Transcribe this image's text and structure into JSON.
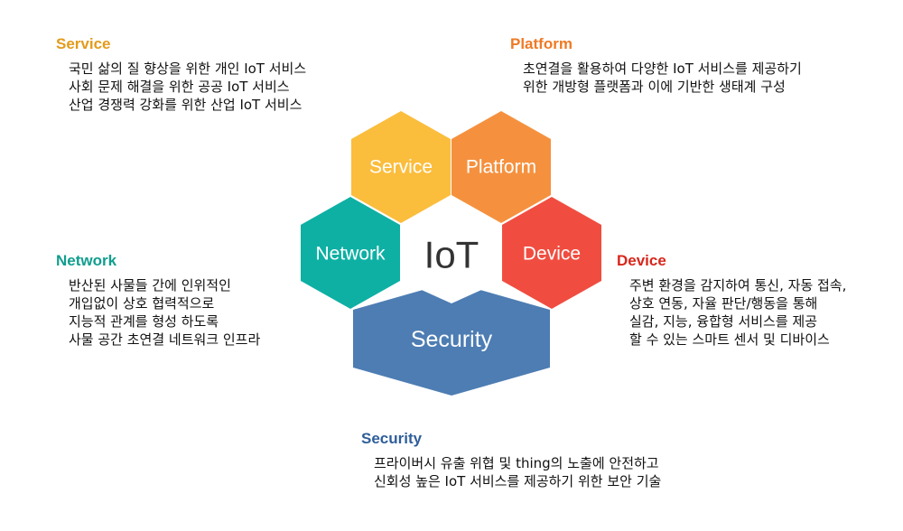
{
  "center": {
    "label": "IoT"
  },
  "hexagons": {
    "service": {
      "label": "Service",
      "color": "#FBBD3C"
    },
    "platform": {
      "label": "Platform",
      "color": "#F5913E"
    },
    "network": {
      "label": "Network",
      "color": "#0EB0A4"
    },
    "device": {
      "label": "Device",
      "color": "#F04D40"
    },
    "security": {
      "label": "Security",
      "color": "#4D7DB3"
    }
  },
  "blocks": {
    "service": {
      "title": "Service",
      "color": "#E39B1B",
      "lines": [
        "국민 삶의 질 향상을 위한 개인 IoT 서비스",
        "사회 문제 해결을 위한 공공 IoT 서비스",
        "산업 경쟁력 강화를 위한 산업 IoT 서비스"
      ]
    },
    "platform": {
      "title": "Platform",
      "color": "#EE7A25",
      "lines": [
        "초연결을 활용하여 다양한 IoT 서비스를 제공하기",
        "위한 개방형 플랫폼과 이에 기반한 생태계 구성"
      ]
    },
    "network": {
      "title": "Network",
      "color": "#109E8E",
      "lines": [
        "반산된 사물들 간에 인위적인",
        "개입없이 상호 협력적으로",
        "지능적 관계를 형성 하도록",
        "사물 공간 초연결 네트워크 인프라"
      ]
    },
    "device": {
      "title": "Device",
      "color": "#D8261B",
      "lines": [
        "주변 환경을 감지하여 통신, 자동 접속,",
        "상호 연동, 자율 판단/행동을 통해",
        "실감, 지능, 융합형 서비스를 제공",
        "할 수 있는 스마트 센서 및 디바이스"
      ]
    },
    "security": {
      "title": "Security",
      "color": "#2F5E9A",
      "lines": [
        "프라이버시 유출 위협 및 thing의 노출에 안전하고",
        "신회성 높은 IoT 서비스를 제공하기 위한 보안 기술"
      ]
    }
  }
}
